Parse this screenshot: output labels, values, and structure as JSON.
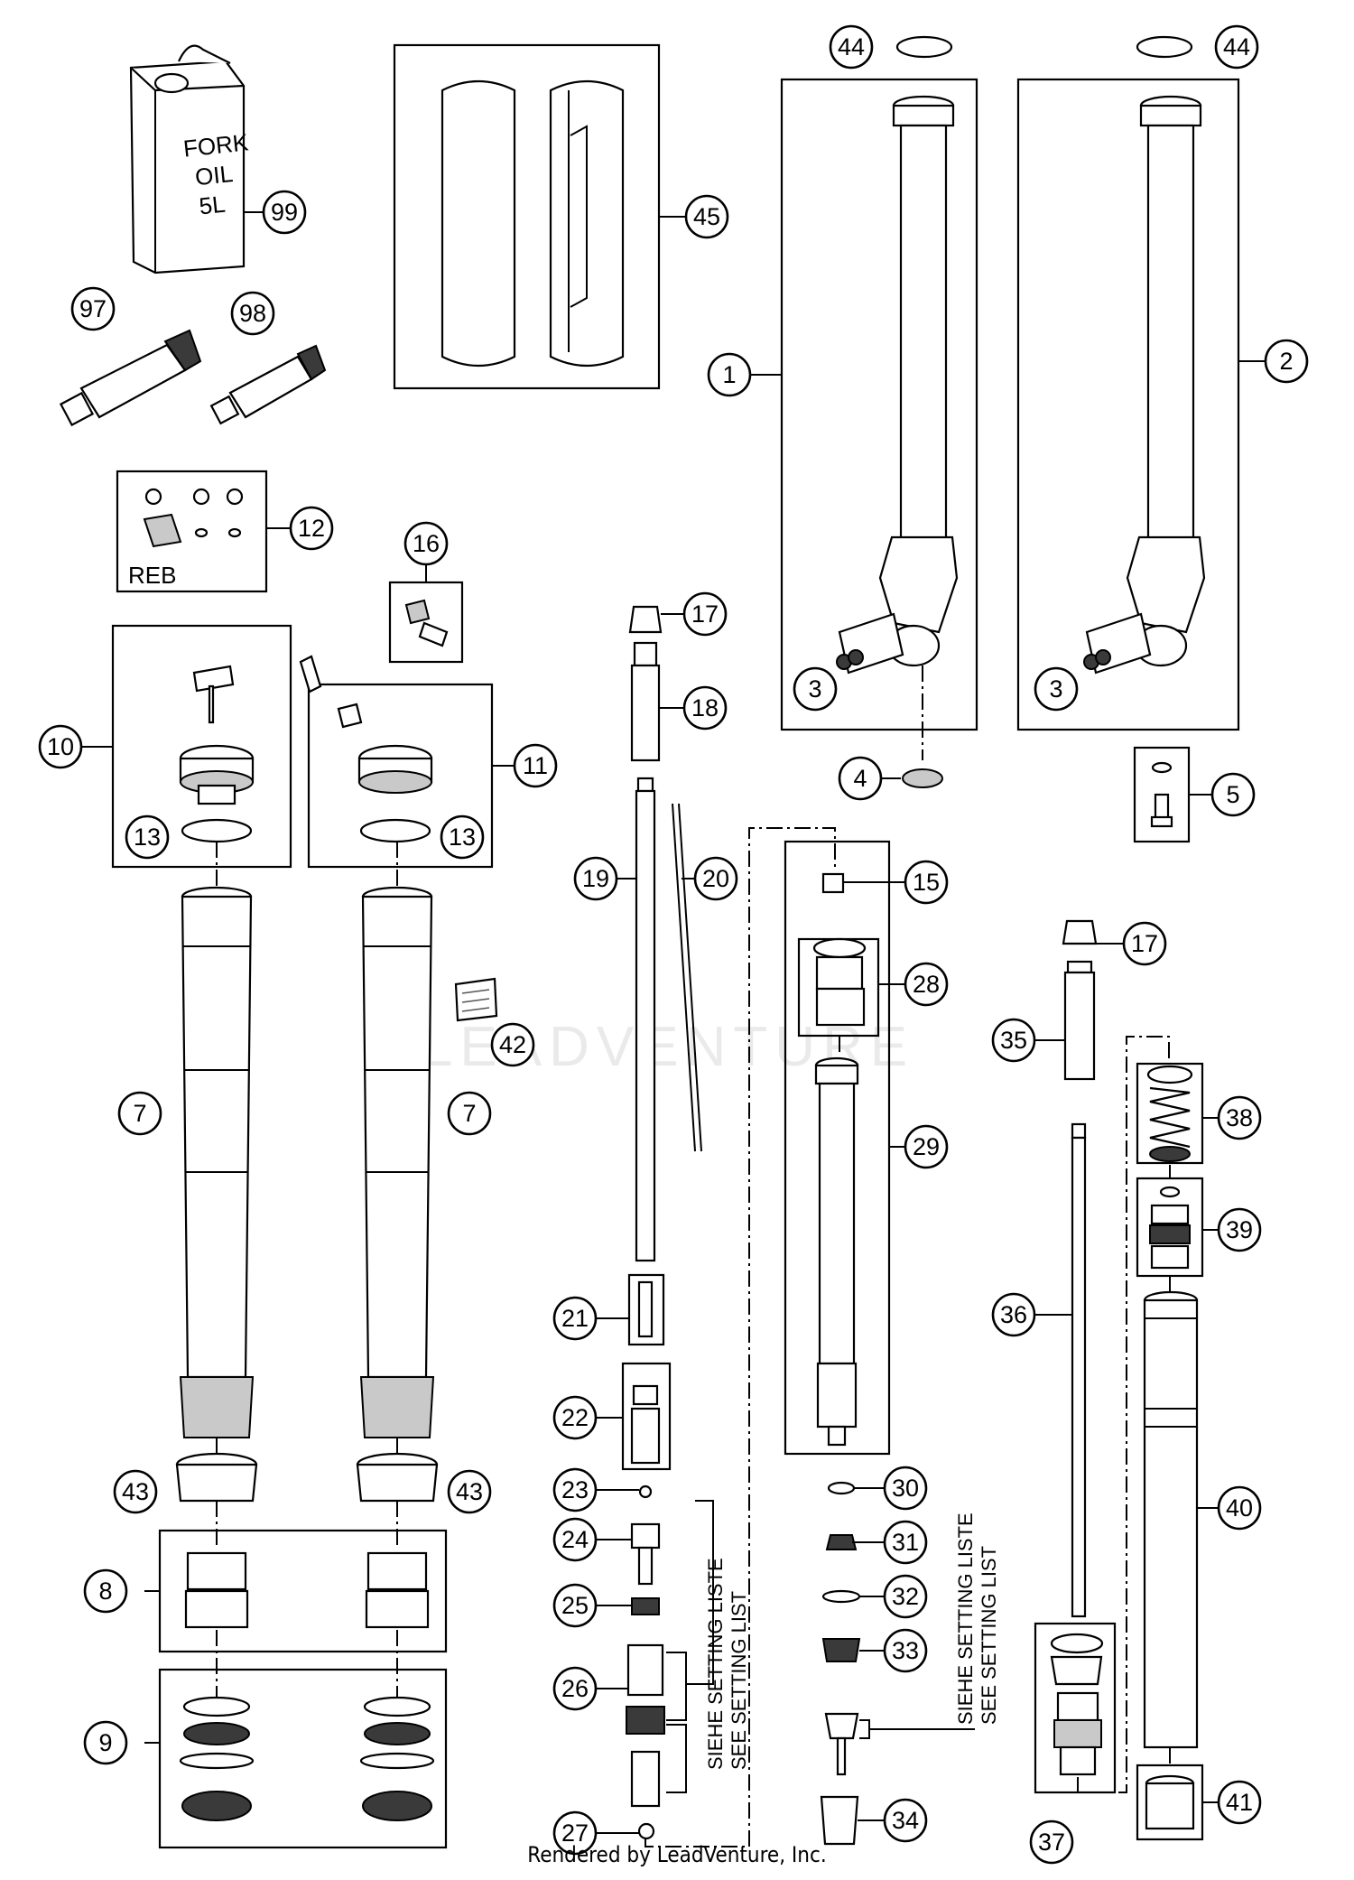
{
  "labels": {
    "can_line1": "FORK",
    "can_line2": "OIL",
    "can_line3": "5L",
    "reb": "REB",
    "setting_list_de": "SIEHE SETTING LISTE",
    "setting_list_en": "SEE SETTING LIST",
    "watermark": "LEADVENTURE"
  },
  "footer": "Rendered by LeadVenture, Inc.",
  "callouts": {
    "c1": "1",
    "c2": "2",
    "c3a": "3",
    "c3b": "3",
    "c4": "4",
    "c5": "5",
    "c7a": "7",
    "c7b": "7",
    "c8": "8",
    "c9": "9",
    "c10": "10",
    "c11": "11",
    "c12": "12",
    "c13a": "13",
    "c13b": "13",
    "c15": "15",
    "c16": "16",
    "c17a": "17",
    "c17b": "17",
    "c18": "18",
    "c19": "19",
    "c20": "20",
    "c21": "21",
    "c22": "22",
    "c23": "23",
    "c24": "24",
    "c25": "25",
    "c26": "26",
    "c27": "27",
    "c28": "28",
    "c29": "29",
    "c30": "30",
    "c31": "31",
    "c32": "32",
    "c33": "33",
    "c34": "34",
    "c35": "35",
    "c36": "36",
    "c37": "37",
    "c38": "38",
    "c39": "39",
    "c40": "40",
    "c41": "41",
    "c42": "42",
    "c43a": "43",
    "c43b": "43",
    "c44a": "44",
    "c44b": "44",
    "c45": "45",
    "c97": "97",
    "c98": "98",
    "c99": "99"
  }
}
